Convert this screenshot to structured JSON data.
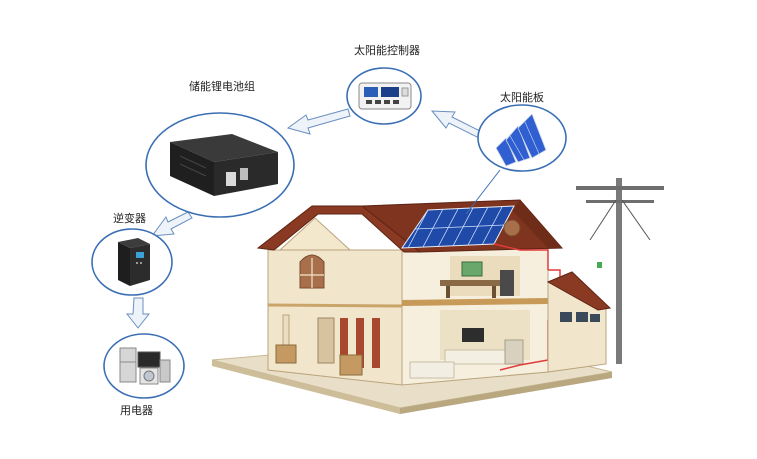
{
  "labels": {
    "controller": "太阳能控制器",
    "solar_panel": "太阳能板",
    "battery": "储能锂电池组",
    "inverter": "逆变器",
    "appliances": "用电器"
  },
  "colors": {
    "circle_stroke": "#3b6fb4",
    "arrow_fill": "#eef3fa",
    "arrow_stroke": "#6a8fbf",
    "roof": "#8a3a22",
    "solar_cell": "#2f5fd0",
    "wall": "#efe3c8",
    "wiring": "#e23a3a"
  },
  "icons": {
    "controller": "solar-charge-controller-icon",
    "solar_panel": "solar-panel-icon",
    "battery": "lithium-battery-pack-icon",
    "inverter": "inverter-icon",
    "appliances": "home-appliances-icon",
    "house": "house-cutaway-illustration",
    "pole": "utility-pole-icon"
  }
}
